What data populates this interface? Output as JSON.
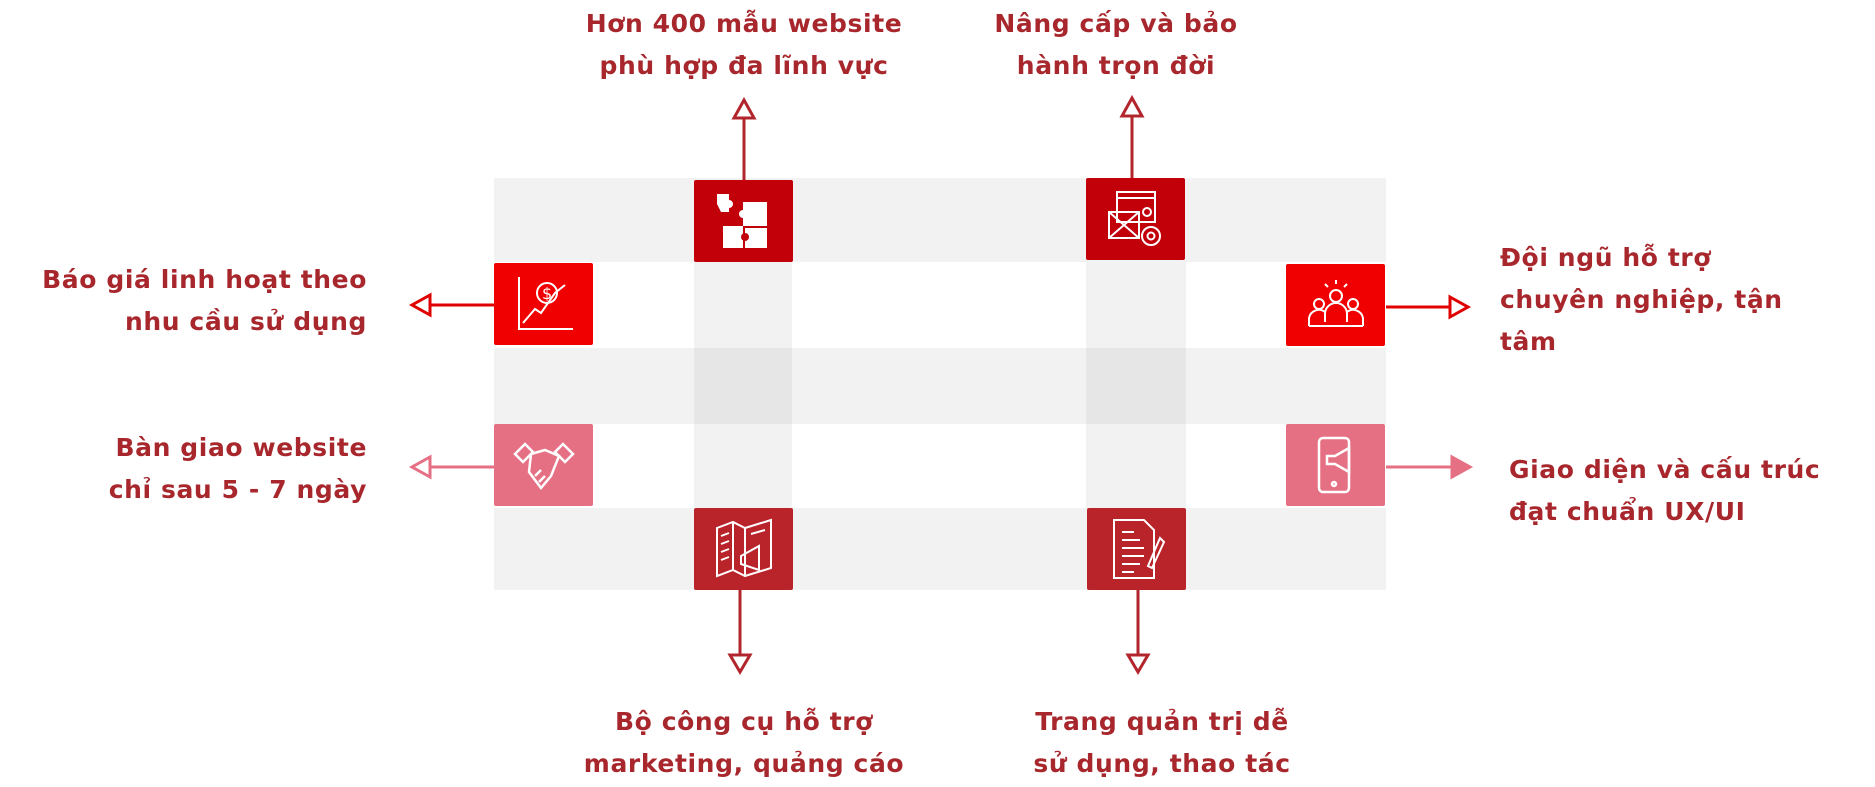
{
  "features": [
    {
      "id": "templates",
      "lines": [
        "Hơn 400 mẫu website",
        "phù hợp đa lĩnh vực"
      ],
      "icon": "puzzle-icon",
      "color": "#c1000a"
    },
    {
      "id": "upgrade",
      "lines": [
        "Nâng cấp và bảo",
        "hành trọn đời"
      ],
      "icon": "email-settings-icon",
      "color": "#c1000a"
    },
    {
      "id": "pricing",
      "lines": [
        "Báo giá linh hoạt theo",
        "nhu cầu sử dụng"
      ],
      "icon": "dollar-growth-icon",
      "color": "#f00000"
    },
    {
      "id": "support",
      "lines": [
        "Đội ngũ hỗ trợ",
        "chuyên nghiệp, tận",
        "tâm"
      ],
      "icon": "team-icon",
      "color": "#f00000"
    },
    {
      "id": "delivery",
      "lines": [
        "Bàn giao website",
        "chỉ sau 5 - 7 ngày"
      ],
      "icon": "handshake-icon",
      "color": "#e57083"
    },
    {
      "id": "uxui",
      "lines": [
        "Giao diện và cấu trúc",
        "đạt chuẩn UX/UI"
      ],
      "icon": "phone-megaphone-icon",
      "color": "#e57083"
    },
    {
      "id": "marketing",
      "lines": [
        "Bộ công cụ hỗ trợ",
        "marketing, quảng cáo"
      ],
      "icon": "brochure-megaphone-icon",
      "color": "#b9232a"
    },
    {
      "id": "admin",
      "lines": [
        "Trang quản trị dễ",
        "sử dụng, thao tác"
      ],
      "icon": "document-pen-icon",
      "color": "#b9232a"
    }
  ],
  "text_color": "#a8272d"
}
